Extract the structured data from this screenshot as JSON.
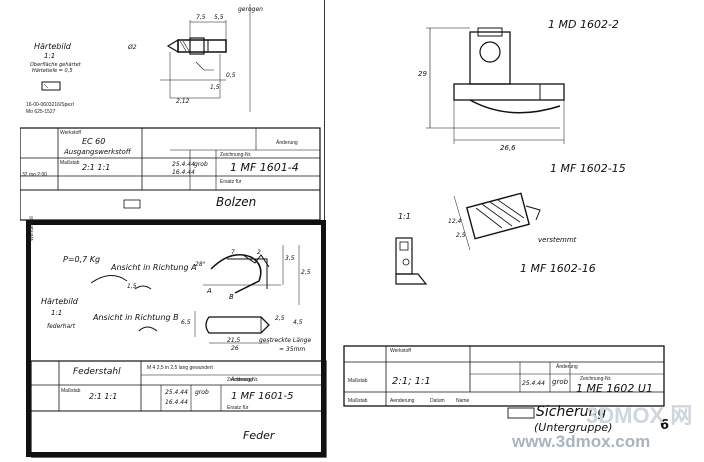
{
  "sheet1": {
    "haertebild_label": "Härtebild",
    "haertebild_scale": "1:1",
    "surface_note_1": "Oberfläche gehärtet",
    "surface_note_2": "Härtetiefe = 0,5",
    "dims": [
      "7,5",
      "5,5",
      "gerogen",
      "Ø2",
      "0,5",
      "2,12",
      "1,5"
    ],
    "stamp_1": "16-00-0603216/Spezl",
    "stamp_2": "Mo 625-1527",
    "werkstoff_label": "Werkstoff",
    "material": "EC 60",
    "material_state": "Ausgangswerkstoff",
    "massstab_label": "Maßstab",
    "scale": "2:1   1:1",
    "date": "25.4.44",
    "date2": "16.4.44",
    "drawn_by": "grob",
    "drawing_no": "1 MF 1601-4",
    "zeichnung_label": "Zeichnung-Nr.",
    "aenderung_label": "Änderung",
    "ersatz_label": "Ersatz für",
    "left_code": "32 mo  2:00",
    "title": "Bolzen"
  },
  "sheet2": {
    "weight": "P=0,7 Kg",
    "ansicht_a": "Ansicht in Richtung A",
    "ansicht_b": "Ansicht in Richtung B",
    "haertebild_label": "Härtebild",
    "haertebild_scale": "1:1",
    "haertebild_note": "federhart",
    "margin_mark": "Wendestell",
    "label_a": "A",
    "label_b": "B",
    "dims": [
      "28°",
      "7",
      "2",
      "3,5",
      "2,5",
      "6,5",
      "1,5",
      "2,5",
      "4,5",
      "21,5",
      "26"
    ],
    "stretched_note": "gestreckte Länge",
    "stretched_value": "≈ 35mm",
    "material": "Federstahl",
    "material_note": "M 4 2,5  in 2,5 lang gewundert",
    "massstab_label": "Maßstab",
    "scale": "2:1  1:1",
    "date": "25.4.44",
    "date2": "16.4.44",
    "drawn_by": "grob",
    "drawing_no": "1 MF 1601-5",
    "aenderung_label": "Änderung",
    "zeichnung_label": "Zeichnung-Nr.",
    "ersatz_label": "Ersatz für",
    "title": "Feder"
  },
  "sheet3": {
    "part_top": "1 MD 1602-2",
    "dim_height": "29",
    "dim_width": "26,6",
    "part_mid": "1 MF 1602-15",
    "scale_small": "1:1",
    "dim_a": "12,4",
    "dim_b": "2,5",
    "verstemmt": "verstemmt",
    "part_bottom": "1 MF 1602-16",
    "werkstoff_label": "Werkstoff",
    "massstab_label": "Maßstab",
    "aenderung_label": "Änderung",
    "zeichnung_label": "Zeichnung-Nr.",
    "scale": "2:1;  1:1",
    "date": "25.4.44",
    "drawn_by": "grob",
    "drawing_no": "1 ME 1602 U1",
    "title": "Sicherung",
    "subtitle": "(Untergruppe)",
    "sheet_no": "6",
    "footer_cells": [
      "Maßstab",
      "Aenderung",
      "Datum",
      "Name"
    ]
  },
  "watermark": {
    "text": "www.3dmox.com",
    "logo": "3DMOX 网"
  }
}
